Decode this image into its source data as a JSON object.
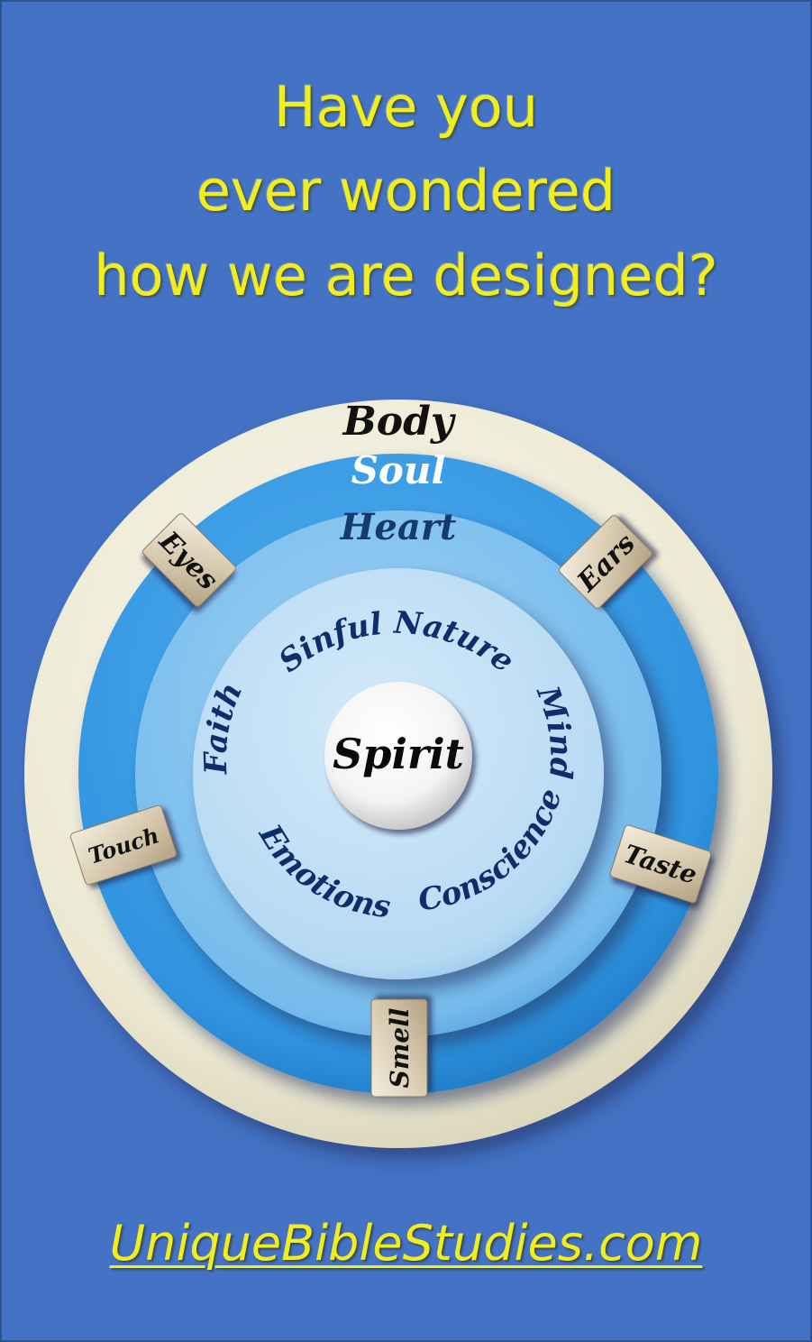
{
  "headline": {
    "line1": "Have you",
    "line2": "ever wondered",
    "line3": "how we are designed?"
  },
  "diagram": {
    "rings": {
      "body": "Body",
      "soul": "Soul",
      "heart": "Heart",
      "spirit": "Spirit"
    },
    "heart_parts": {
      "sinful_nature": "Sinful Nature",
      "mind": "Mind",
      "conscience": "Conscience",
      "emotions": "Emotions",
      "faith": "Faith"
    },
    "senses": {
      "eyes": "Eyes",
      "ears": "Ears",
      "touch": "Touch",
      "taste": "Taste",
      "smell": "Smell"
    }
  },
  "footer": {
    "link": "UniqueBibleStudies.com"
  },
  "colors": {
    "background": "#4472c4",
    "headline": "#f2ee1c",
    "body_ring": "#f1eedd",
    "soul_ring": "#3d9ee6",
    "heart_ring": "#7ec0ee",
    "inner_disc": "#bfdff5",
    "spirit": "#ffffff",
    "dark_text": "#0d2e6b",
    "tag": "#d8cbb3"
  }
}
